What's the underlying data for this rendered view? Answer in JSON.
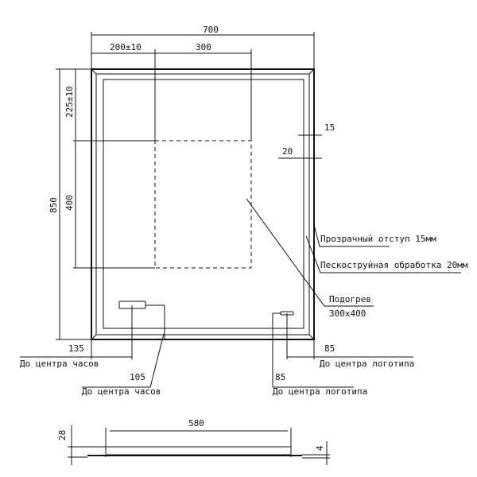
{
  "dimensions": {
    "width": "700",
    "offset_left": "200±10",
    "heater_width": "300",
    "offset_top": "225±10",
    "heater_height": "400",
    "height": "850",
    "clear_margin": "15",
    "sandblast_margin": "20",
    "clock_left": "135",
    "clock_bottom": "105",
    "logo_right": "85",
    "logo_bottom": "85",
    "side_width": "580",
    "side_depth": "28",
    "side_thickness": "4"
  },
  "labels": {
    "clear_margin": "Прозрачный отступ 15мм",
    "sandblast": "Пескоструйная обработка 20мм",
    "heater": "Подогрев",
    "heater_size": "300x400",
    "clock_center": "До центра часов",
    "logo_center": "До центра логотипа"
  }
}
